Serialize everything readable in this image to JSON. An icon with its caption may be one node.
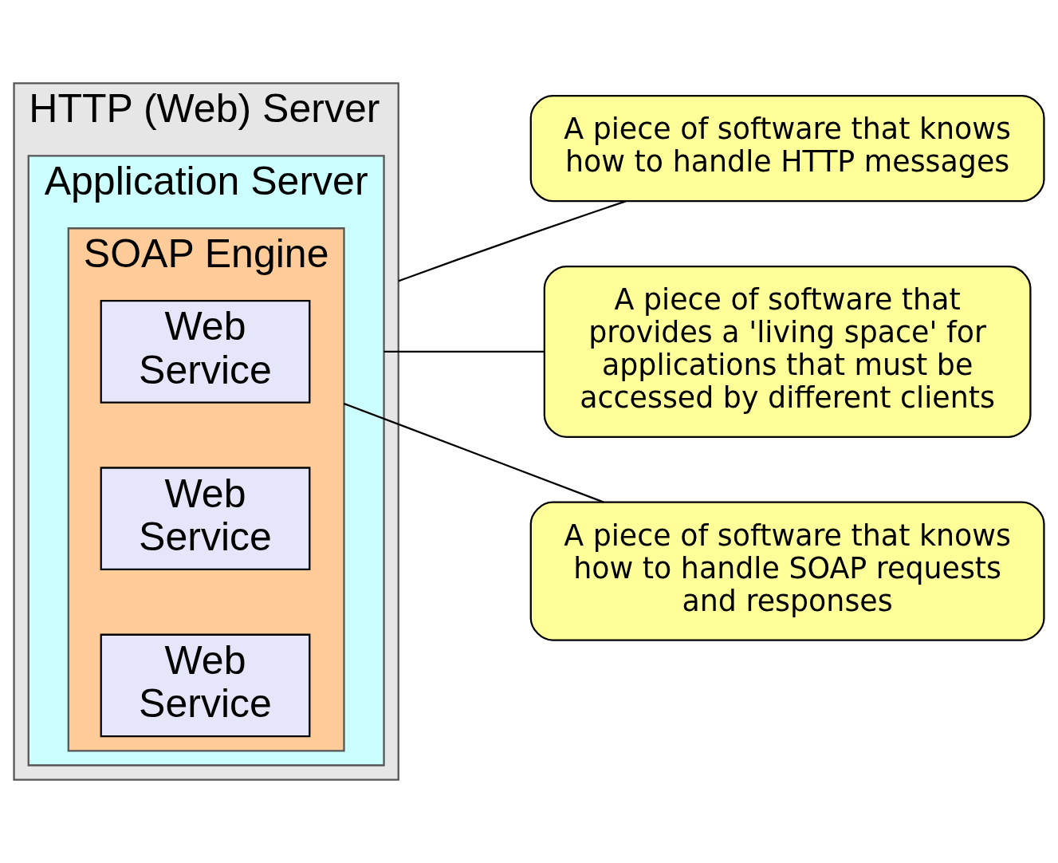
{
  "diagram": {
    "nodes": [
      {
        "text": [
          "HTTP (Web) Server"
        ]
      },
      {
        "text": [
          "Application Server"
        ],
        "in": 0
      },
      {
        "text": [
          "SOAP Engine"
        ],
        "in": 1
      },
      {
        "text": [
          "Web Service"
        ],
        "in": 2
      },
      {
        "text": [
          "Web Service"
        ],
        "in": 2
      },
      {
        "text": [
          "Web Service"
        ],
        "in": 2
      },
      {
        "text": [
          "A piece of software that knows how to handle HTTP messages"
        ]
      },
      {
        "text": [
          "A piece of software that provides a 'living space' for applications that must be accessed by different clients"
        ]
      },
      {
        "text": [
          "A piece of software that knows how to handle SOAP requests and responses"
        ]
      }
    ],
    "edges": [
      {
        "from": 6,
        "to": 0,
        "arrow": "none"
      },
      {
        "from": 7,
        "to": 1,
        "arrow": "none"
      },
      {
        "from": 8,
        "to": 2,
        "arrow": "none"
      }
    ]
  }
}
